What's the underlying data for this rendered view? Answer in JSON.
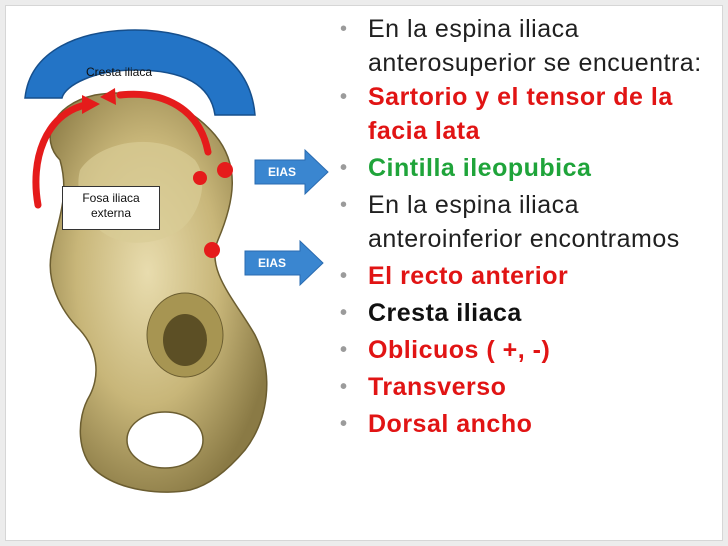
{
  "bullets": [
    {
      "text": "En la espina iliaca anterosuperior se encuentra:",
      "style": "normal"
    },
    {
      "text": "Sartorio  y el tensor de la facia lata",
      "style": "red"
    },
    {
      "text": "Cintilla ileopubica",
      "style": "green"
    },
    {
      "text": "En la espina iliaca anteroinferior encontramos",
      "style": "normal"
    },
    {
      "text": "El recto anterior",
      "style": "red"
    },
    {
      "text": "Cresta iliaca",
      "style": "black-bold"
    },
    {
      "text": "Oblicuos ( +, -)",
      "style": "red"
    },
    {
      "text": "Transverso",
      "style": "red"
    },
    {
      "text": "Dorsal ancho",
      "style": "red"
    }
  ],
  "figure": {
    "cresta_label": "Cresta iliaca",
    "fosa_label_line1": "Fosa iliaca",
    "fosa_label_line2": "externa",
    "arrow1_label": "EIAS",
    "arrow2_label": "EIAS"
  },
  "colors": {
    "red_text": "#e11414",
    "green_text": "#1fa43a",
    "arc_blue": "#2374c6",
    "arrow_blue": "#3a86d0",
    "marker_red": "#e51b1b",
    "bone": "#c9b77a"
  }
}
